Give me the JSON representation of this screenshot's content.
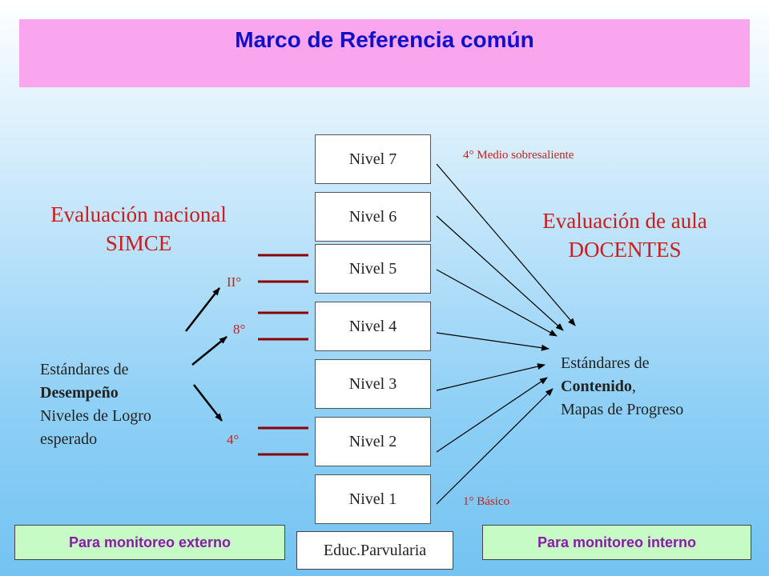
{
  "title": "Marco de Referencia común",
  "left_heading": {
    "line1": "Evaluación nacional",
    "line2": "SIMCE"
  },
  "right_heading": {
    "line1": "Evaluación de aula",
    "line2": "DOCENTES"
  },
  "levels": [
    "Nivel 7",
    "Nivel 6",
    "Nivel 5",
    "Nivel 4",
    "Nivel 3",
    "Nivel 2",
    "Nivel 1"
  ],
  "top_level_note": "4° Medio sobresaliente",
  "bottom_level_note": "1° Básico",
  "grade_marks": {
    "second_medio": "II°",
    "eighth": "8°",
    "fourth": "4°"
  },
  "left_standards": {
    "line1": "Estándares de",
    "line2": "Desempeño",
    "line3": "Niveles de Logro",
    "line4": "esperado"
  },
  "right_standards": {
    "line1": "Estándares de",
    "line2_bold": "Contenido",
    "line2_rest": ",",
    "line3": "Mapas de Progreso"
  },
  "footer": {
    "left": "Para monitoreo externo",
    "center": "Educ.Parvularia",
    "right": "Para monitoreo interno"
  },
  "colors": {
    "title_bg": "#f9a6ee",
    "title_text": "#1010c8",
    "accent_red": "#c81e1e",
    "footer_green": "#c6fbc6",
    "footer_text": "#8a1aa8"
  }
}
